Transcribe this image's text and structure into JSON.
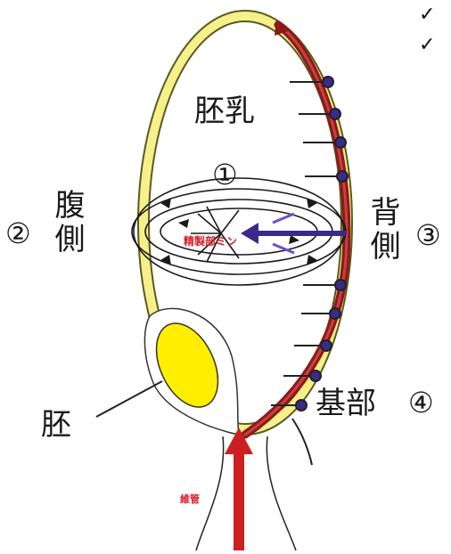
{
  "checks": [
    "✓",
    "✓"
  ],
  "labels": {
    "endosperm": "胚乳",
    "embryo": "胚",
    "ventral": "腹側",
    "dorsal": "背側",
    "base": "基部",
    "n1": "①",
    "n2": "②",
    "n3": "③",
    "n4": "④"
  },
  "red_text": {
    "center": "精製部ミン",
    "bottom": "維管"
  },
  "colors": {
    "shell_outline": "#5a5a20",
    "shell_fill": "#f6f08a",
    "embryo_fill": "#ffee00",
    "dorsal_band": "#8b1a1a",
    "arrow_dark": "#2a2a2a",
    "arrow_purple": "#3b2a8a",
    "stalk_red": "#cc1f1f"
  }
}
